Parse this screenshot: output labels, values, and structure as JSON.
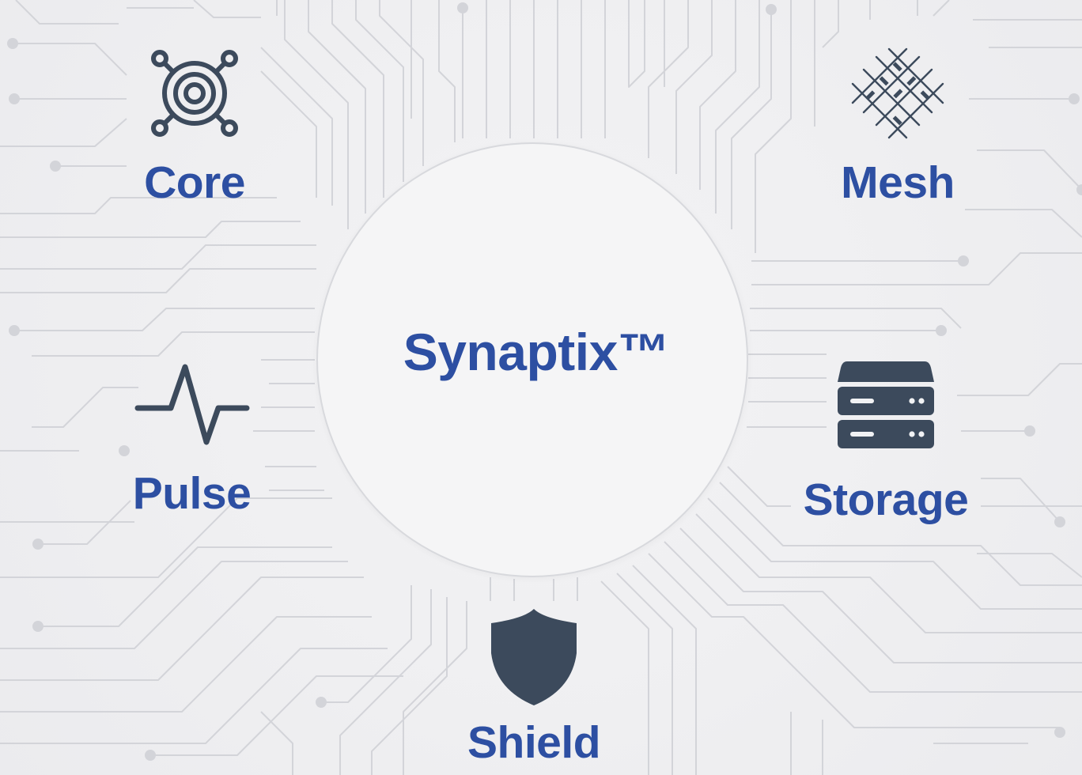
{
  "hub": {
    "title": "Synaptix™"
  },
  "modules": [
    {
      "id": "core",
      "label": "Core",
      "icon": "concentric-target-nodes-icon"
    },
    {
      "id": "mesh",
      "label": "Mesh",
      "icon": "crosshatch-mesh-icon"
    },
    {
      "id": "pulse",
      "label": "Pulse",
      "icon": "pulse-waveform-icon"
    },
    {
      "id": "storage",
      "label": "Storage",
      "icon": "server-storage-icon"
    },
    {
      "id": "shield",
      "label": "Shield",
      "icon": "shield-icon"
    }
  ],
  "colors": {
    "label": "#2d4fa2",
    "icon": "#3c4a5c",
    "trace": "#d3d4d9",
    "background": "#efeff1",
    "hub_fill": "#f5f5f6"
  }
}
